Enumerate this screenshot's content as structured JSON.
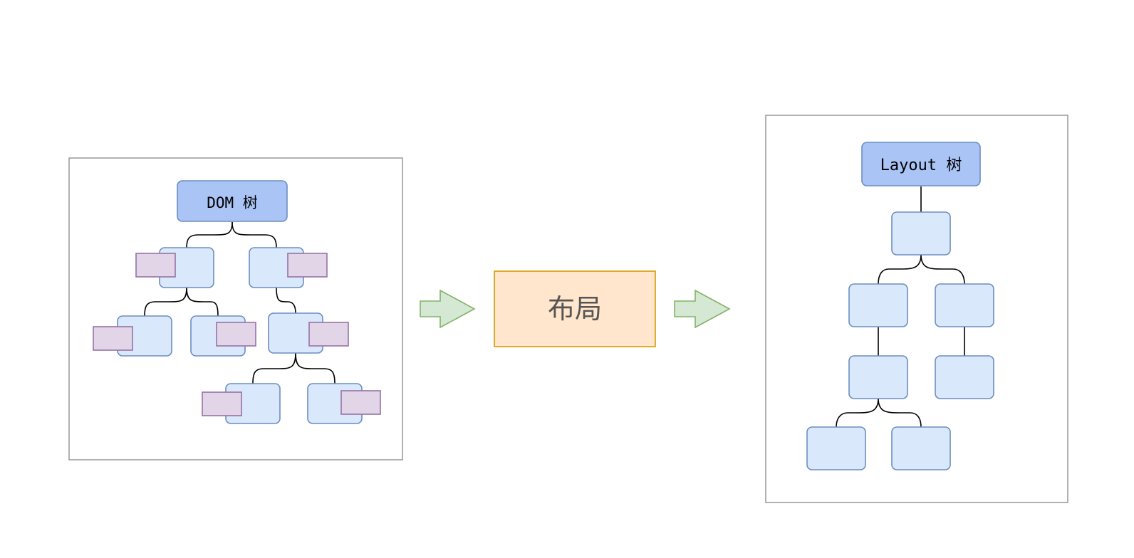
{
  "dom_panel": {
    "root_label": "DOM 树"
  },
  "process": {
    "label": "布局"
  },
  "layout_panel": {
    "root_label": "Layout 树"
  },
  "colors": {
    "panel_border": "#999999",
    "root_fill": "#a9c4f5",
    "root_stroke": "#6c8ebf",
    "node_fill": "#dae8fc",
    "node_stroke": "#6c8ebf",
    "style_fill": "#e1d5e7",
    "style_stroke": "#9673a6",
    "process_fill": "#ffe6cc",
    "process_stroke": "#d79b00",
    "process_text": "#555555",
    "arrow_fill": "#d5e8d4",
    "arrow_stroke": "#82b366",
    "connector": "#000000"
  }
}
